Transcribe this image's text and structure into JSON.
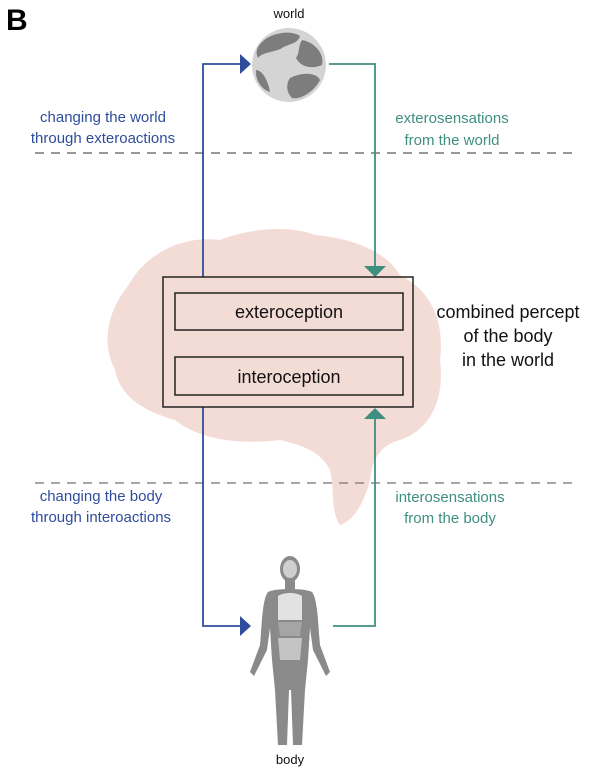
{
  "panel_label": "B",
  "nodes": {
    "world": "world",
    "body": "body",
    "exteroception": "exteroception",
    "interoception": "interoception"
  },
  "combined_percept": [
    "combined percept",
    "of the body",
    "in the world"
  ],
  "arrows": {
    "exteroactions": [
      "changing the world",
      "through exteroactions"
    ],
    "exterosensations": [
      "exterosensations",
      "from the world"
    ],
    "interoactions": [
      "changing the body",
      "through interoactions"
    ],
    "interosensations": [
      "interosensations",
      "from the body"
    ]
  },
  "colors": {
    "action": "#2f4d9c",
    "sensation": "#3f8f80",
    "brain": "#f3dcd5",
    "box": "#222222",
    "dash": "#777777",
    "gray": "#8a8a8a"
  }
}
